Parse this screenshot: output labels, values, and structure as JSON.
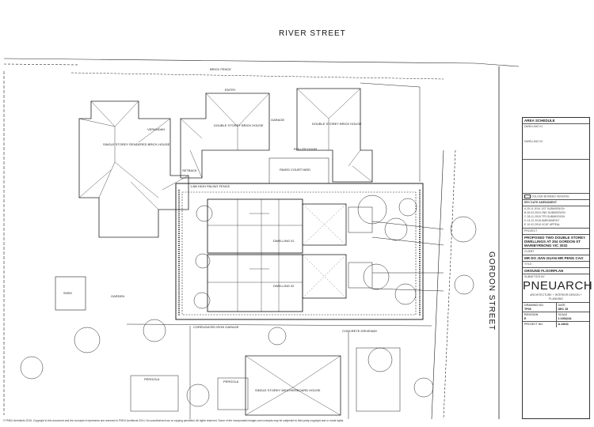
{
  "streets": {
    "river": "RIVER STREET",
    "gordon": "GORDON STREET"
  },
  "labels": {
    "single_storey_brick": "SINGLE STOREY RENDERED BRICK HOUSE",
    "double_storey_1": "DOUBLE STOREY BRICK HOUSE",
    "double_storey_2": "DOUBLE STOREY BRICK HOUSE",
    "paved_courtyard": "PAVED COURTYARD",
    "dwelling_01": "DWELLING 01",
    "dwelling_02": "DWELLING 02",
    "garden": "GARDEN",
    "shed": "SHED",
    "concrete_driveway": "CONCRETE DRIVEWAY",
    "pergola_1": "PERGOLA",
    "pergola_2": "PERGOLA",
    "single_storey_wb": "SINGLE STOREY WEATHERBOARD HOUSE",
    "veranda": "VERANDAH",
    "roller_door": "ROLLER DOOR",
    "garage": "GARAGE",
    "entry": "ENTRY",
    "brick_fence": "BRICK FENCE",
    "paling_fence": "1.8M HIGH PALING FENCE",
    "iron_garage": "CORRUGATED IRON GARAGE",
    "setback": "SETBACK"
  },
  "title_block": {
    "area_schedule": "AREA SCHEDULE",
    "dwelling_list_01": "DWELLING 01",
    "dwelling_list_02": "DWELLING 02",
    "legend": "COLOUR BONDED FENCING",
    "rev_head": "REV   DATE   AMENDMENT",
    "revisions": [
      "A   25.11.2014   1ST SUBMISSION",
      "B   26.03.2015   2ND SUBMISSION",
      "C   28.11.2015   TP3 SUBMISSION",
      "D   14.12.2015   AMENDMENT",
      "E   10.02.2016   VCAT APPEAL"
    ],
    "project_label": "PROJECT",
    "project": "PROPOSED TWO DOUBLE STOREY DWELLINGS AT 304 GORDON ST MARIBYRNONG VIC 3032",
    "client_label": "CLIENT",
    "client": "MR DO JIAN GUAN MR PENG CAO",
    "title_label": "TITLE",
    "title": "GROUND FLOORPLAN",
    "submitted_by": "SUBMITTED BY",
    "firm": "PNEUARCH",
    "firm_sub": "ARCHITECTURE + INTERIOR DESIGN + PLANNING",
    "drawing_label": "DRAWING NO.",
    "drawing_no": "TP03",
    "date_label": "DATE",
    "date": "DEC 15",
    "rev_label": "REVISION",
    "rev": "E",
    "scale_label": "SCALE",
    "scale": "1:100@A1",
    "job_label": "PROJECT NO.",
    "job_no": "A.14011"
  },
  "footer": "© PNEU Architects 2015. Copyright in this document and the concepts it represents are reserved to PNEU Architects 2014. No unauthorised use or copying permitted. All rights reserved. Some of the incorporated images and concepts may be subjected to third party copyright and or moral rights."
}
